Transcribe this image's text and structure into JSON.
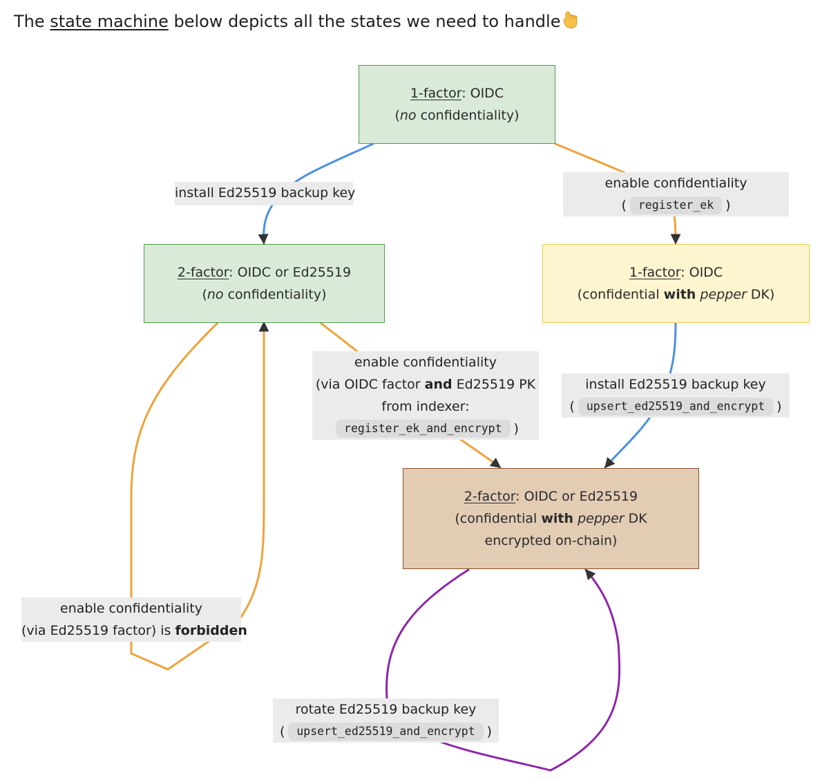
{
  "intro": {
    "prefix": "The ",
    "link": "state machine",
    "suffix": " below depicts all the states we need to handle",
    "emoji": "pointing-down-hand-icon"
  },
  "colors": {
    "blue_edge": "#4a90e2",
    "orange_edge": "#eea23a",
    "purple_edge": "#8e24aa",
    "green_fill": "#d9ead9",
    "green_border": "#4e9e4a",
    "yellow_fill": "#fdf4d0",
    "yellow_border": "#e9cb45",
    "brown_fill": "#e2ccb4",
    "brown_border": "#8a4b25",
    "label_bg": "#ebebeb"
  },
  "nodes": {
    "a": {
      "factor": "1-factor",
      "rest": ": OIDC",
      "line2_pre": "(",
      "line2_em": "no",
      "line2_post": " confidentiality)"
    },
    "b": {
      "factor": "2-factor",
      "rest": ": OIDC or Ed25519",
      "line2_pre": "(",
      "line2_em": "no",
      "line2_post": " confidentiality)"
    },
    "c": {
      "factor": "1-factor",
      "rest": ": OIDC",
      "line2_pre": "(confidential ",
      "line2_bold": "with",
      "line2_em": "pepper",
      "line2_post": " DK)"
    },
    "d": {
      "factor": "2-factor",
      "rest": ": OIDC or Ed25519",
      "line2_pre": "(confidential ",
      "line2_bold": "with",
      "line2_em": "pepper",
      "line2_post": " DK",
      "line3": "encrypted on-chain)"
    }
  },
  "edges": {
    "a_to_b": {
      "label": "install Ed25519 backup key"
    },
    "a_to_c": {
      "line1": "enable confidentiality",
      "open": "(",
      "code": "register_ek",
      "close": ")"
    },
    "b_to_d": {
      "line1": "enable confidentiality",
      "line2_pre": "(via OIDC factor ",
      "line2_bold": "and",
      "line2_post": " Ed25519 PK",
      "line3": "from indexer:",
      "code": "register_ek_and_encrypt",
      "close": ")"
    },
    "c_to_d": {
      "line1": "install Ed25519 backup key",
      "open": "(",
      "code": "upsert_ed25519_and_encrypt",
      "close": ")"
    },
    "b_loop": {
      "line1": "enable confidentiality",
      "line2_pre": "(via Ed25519 factor) is ",
      "line2_bold": "forbidden"
    },
    "d_loop": {
      "line1": "rotate Ed25519 backup key",
      "open": "(",
      "code": "upsert_ed25519_and_encrypt",
      "close": ")"
    }
  }
}
